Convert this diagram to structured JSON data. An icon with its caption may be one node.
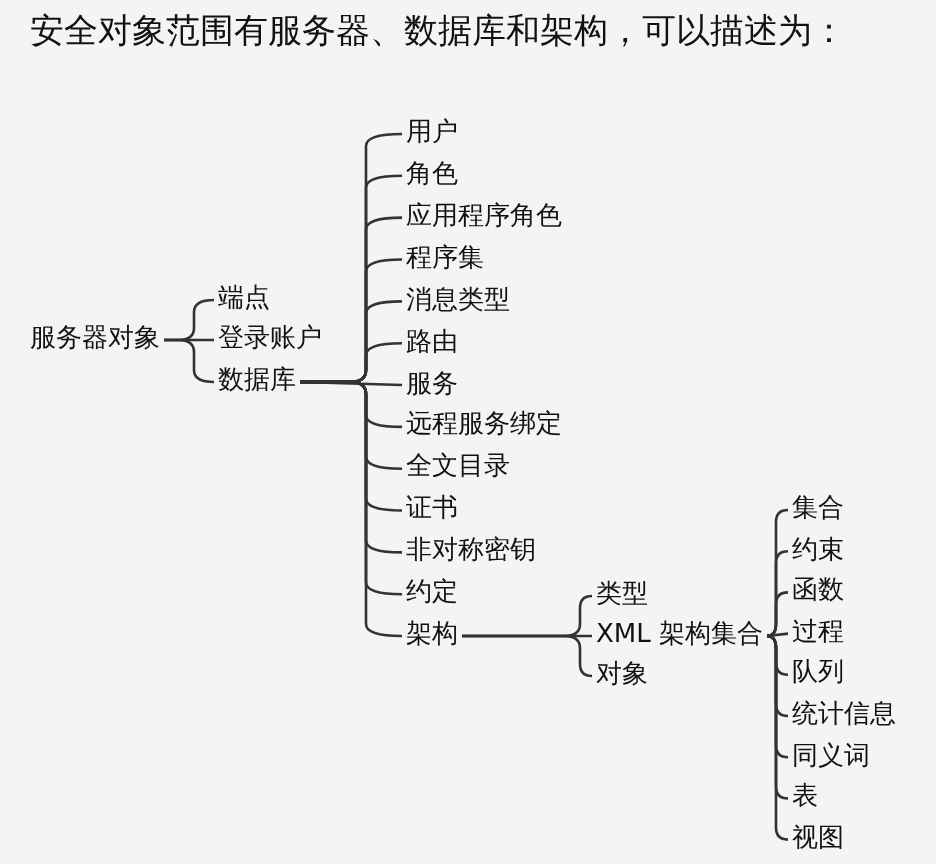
{
  "diagram": {
    "title": "安全对象范围有服务器、数据库和架构，可以描述为：",
    "nodes": [
      {
        "text": [
          "服务器对象"
        ]
      },
      {
        "text": [
          "端点"
        ]
      },
      {
        "text": [
          "登录账户"
        ]
      },
      {
        "text": [
          "数据库"
        ]
      },
      {
        "text": [
          "用户"
        ]
      },
      {
        "text": [
          "角色"
        ]
      },
      {
        "text": [
          "应用程序角色"
        ]
      },
      {
        "text": [
          "程序集"
        ]
      },
      {
        "text": [
          "消息类型"
        ]
      },
      {
        "text": [
          "路由"
        ]
      },
      {
        "text": [
          "服务"
        ]
      },
      {
        "text": [
          "远程服务绑定"
        ]
      },
      {
        "text": [
          "全文目录"
        ]
      },
      {
        "text": [
          "证书"
        ]
      },
      {
        "text": [
          "非对称密钥"
        ]
      },
      {
        "text": [
          "约定"
        ]
      },
      {
        "text": [
          "架构"
        ]
      },
      {
        "text": [
          "类型"
        ]
      },
      {
        "text": [
          "XML 架构集合"
        ]
      },
      {
        "text": [
          "对象"
        ]
      },
      {
        "text": [
          "集合"
        ]
      },
      {
        "text": [
          "约束"
        ]
      },
      {
        "text": [
          "函数"
        ]
      },
      {
        "text": [
          "过程"
        ]
      },
      {
        "text": [
          "队列"
        ]
      },
      {
        "text": [
          "统计信息"
        ]
      },
      {
        "text": [
          "同义词"
        ]
      },
      {
        "text": [
          "表"
        ]
      },
      {
        "text": [
          "视图"
        ]
      }
    ],
    "edges": [
      {
        "from": 0,
        "to": 1,
        "arrow": "none"
      },
      {
        "from": 0,
        "to": 2,
        "arrow": "none"
      },
      {
        "from": 0,
        "to": 3,
        "arrow": "none"
      },
      {
        "from": 3,
        "to": 4,
        "arrow": "none"
      },
      {
        "from": 3,
        "to": 5,
        "arrow": "none"
      },
      {
        "from": 3,
        "to": 6,
        "arrow": "none"
      },
      {
        "from": 3,
        "to": 7,
        "arrow": "none"
      },
      {
        "from": 3,
        "to": 8,
        "arrow": "none"
      },
      {
        "from": 3,
        "to": 9,
        "arrow": "none"
      },
      {
        "from": 3,
        "to": 10,
        "arrow": "none"
      },
      {
        "from": 3,
        "to": 11,
        "arrow": "none"
      },
      {
        "from": 3,
        "to": 12,
        "arrow": "none"
      },
      {
        "from": 3,
        "to": 13,
        "arrow": "none"
      },
      {
        "from": 3,
        "to": 14,
        "arrow": "none"
      },
      {
        "from": 3,
        "to": 15,
        "arrow": "none"
      },
      {
        "from": 3,
        "to": 16,
        "arrow": "none"
      },
      {
        "from": 16,
        "to": 17,
        "arrow": "none"
      },
      {
        "from": 16,
        "to": 18,
        "arrow": "none"
      },
      {
        "from": 16,
        "to": 19,
        "arrow": "none"
      },
      {
        "from": 18,
        "to": 20,
        "arrow": "none"
      },
      {
        "from": 18,
        "to": 21,
        "arrow": "none"
      },
      {
        "from": 18,
        "to": 22,
        "arrow": "none"
      },
      {
        "from": 18,
        "to": 23,
        "arrow": "none"
      },
      {
        "from": 18,
        "to": 24,
        "arrow": "none"
      },
      {
        "from": 18,
        "to": 25,
        "arrow": "none"
      },
      {
        "from": 18,
        "to": 26,
        "arrow": "none"
      },
      {
        "from": 18,
        "to": 27,
        "arrow": "none"
      },
      {
        "from": 18,
        "to": 28,
        "arrow": "none"
      }
    ]
  }
}
